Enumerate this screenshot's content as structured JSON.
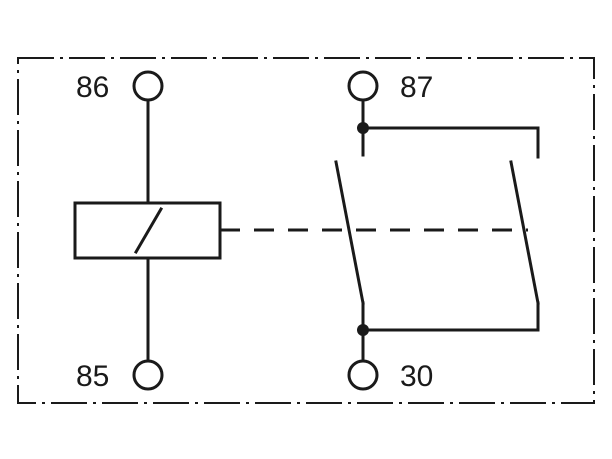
{
  "terminals": {
    "t86": "86",
    "t85": "85",
    "t87": "87",
    "t30": "30"
  },
  "colors": {
    "line": "#1a1a1a",
    "background": "#ffffff"
  }
}
